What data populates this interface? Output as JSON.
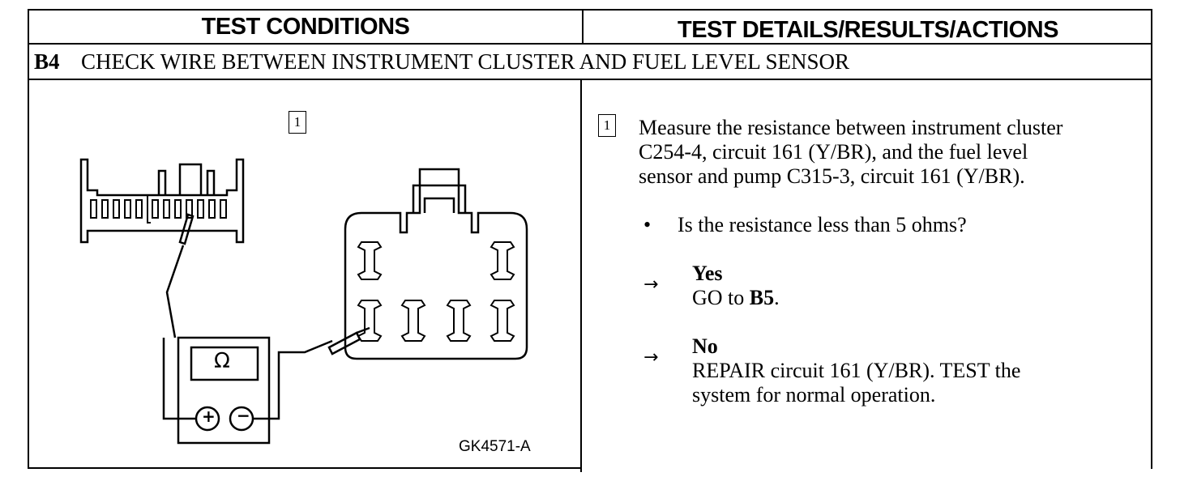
{
  "header": {
    "left_title": "TEST CONDITIONS",
    "right_title": "TEST DETAILS/RESULTS/ACTIONS"
  },
  "step": {
    "id": "B4",
    "title": "CHECK WIRE BETWEEN INSTRUMENT CLUSTER AND FUEL LEVEL SENSOR"
  },
  "figure": {
    "callout": "1",
    "meter_symbol": "Ω",
    "plus_symbol": "+",
    "minus_symbol": "−",
    "figure_id": "GK4571-A"
  },
  "details": {
    "callout": "1",
    "instruction_lines": [
      "Measure the resistance between instrument cluster",
      "C254-4, circuit 161 (Y/BR), and the fuel level",
      "sensor and pump C315-3, circuit 161 (Y/BR)."
    ],
    "bullet": "•",
    "question": "Is the resistance less than 5 ohms?",
    "arrow": "→",
    "yes_label": "Yes",
    "yes_action_prefix": "GO to ",
    "yes_action_target": "B5",
    "yes_action_suffix": ".",
    "no_label": "No",
    "no_action_lines": [
      "REPAIR circuit 161 (Y/BR). TEST the",
      "system for normal operation."
    ]
  }
}
